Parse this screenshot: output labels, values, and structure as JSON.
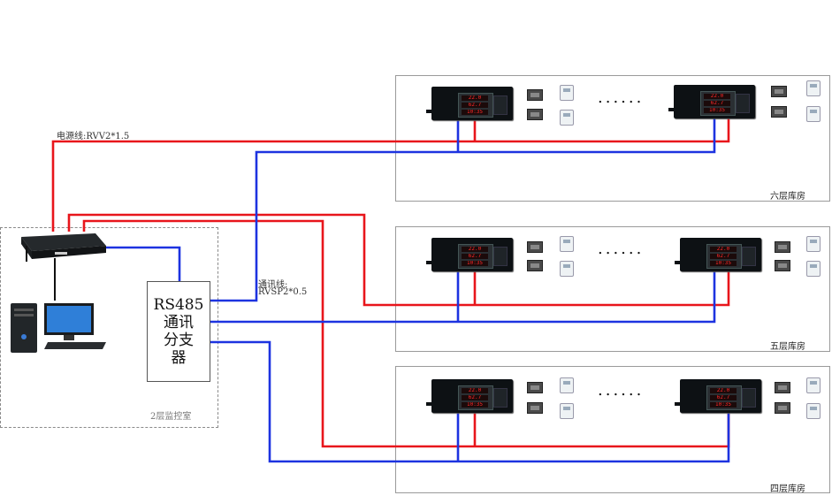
{
  "labels": {
    "power_cable": "电源线:RVV2*1.5",
    "comm_cable_line1": "通讯线:",
    "comm_cable_line2": "RVSP2*0.5",
    "control_room": "2层监控室"
  },
  "rs485_box": [
    "RS485",
    "通讯",
    "分支",
    "器"
  ],
  "floors": [
    {
      "id": "floor6",
      "label": "六层库房"
    },
    {
      "id": "floor5",
      "label": "五层库房"
    },
    {
      "id": "floor4",
      "label": "四层库房"
    }
  ],
  "controller_display": [
    "22.0",
    "62.7",
    "10:35"
  ],
  "ellipsis": "......",
  "colors": {
    "power_line": "#e8151b",
    "comm_line": "#1d33e0",
    "border": "#9a9a9a"
  },
  "icons": [
    "computer-icon",
    "network-switch-icon",
    "controller-unit-icon",
    "sensor-icon",
    "dehumidifier-icon"
  ]
}
